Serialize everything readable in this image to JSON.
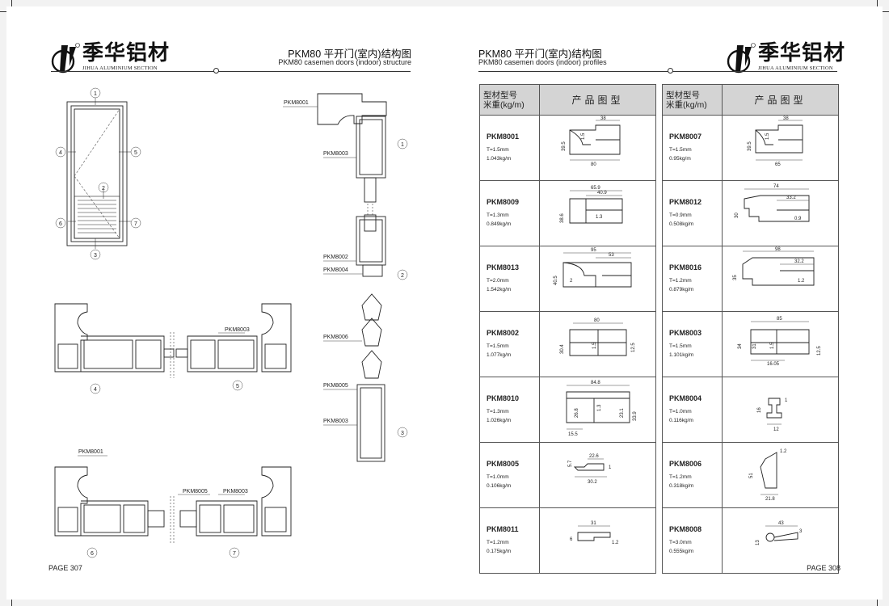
{
  "brand": {
    "name_cn": "季华铝材",
    "name_en": "JIHUA ALUMINIUM SECTION"
  },
  "left": {
    "title_cn": "PKM80 平开门(室内)结构图",
    "title_en": "PKM80  casemen doors (indoor) structure",
    "page": "PAGE 307",
    "callouts": [
      "1",
      "2",
      "3",
      "4",
      "5",
      "6",
      "7"
    ],
    "labels": {
      "a": "PKM8001",
      "b": "PKM8003",
      "c": "PKM8002",
      "d": "PKM8004",
      "e": "PKM8006",
      "f": "PKM8005",
      "g": "PKM8003",
      "h": "PKM8003",
      "i": "PKM8001",
      "j": "PKM8005",
      "k": "PKM8003"
    }
  },
  "right": {
    "title_cn": "PKM80 平开门(室内)结构图",
    "title_en": "PKM80  casemen doors (indoor) profiles",
    "page": "PAGE 308",
    "header": {
      "type_line1": "型材型号",
      "type_line2": "米重(kg/m)",
      "figure": "产品图型"
    },
    "profiles": [
      {
        "code": "PKM8001",
        "t": "T=1.5mm",
        "w": "1.043kg/m",
        "dims": [
          "38",
          "39.5",
          "1.5",
          "80"
        ]
      },
      {
        "code": "PKM8007",
        "t": "T=1.5mm",
        "w": "0.95kg/m",
        "dims": [
          "38",
          "39.5",
          "1.5",
          "65"
        ]
      },
      {
        "code": "PKM8009",
        "t": "T=1.3mm",
        "w": "0.849kg/m",
        "dims": [
          "65.9",
          "40.9",
          "38.6",
          "1.3"
        ]
      },
      {
        "code": "PKM8012",
        "t": "T=0.9mm",
        "w": "0.508kg/m",
        "dims": [
          "74",
          "33.2",
          "30",
          "0.9"
        ]
      },
      {
        "code": "PKM8013",
        "t": "T=2.0mm",
        "w": "1.542kg/m",
        "dims": [
          "95",
          "53",
          "40.5",
          "2"
        ]
      },
      {
        "code": "PKM8016",
        "t": "T=1.2mm",
        "w": "0.879kg/m",
        "dims": [
          "98",
          "32.2",
          "35",
          "1.2"
        ]
      },
      {
        "code": "PKM8002",
        "t": "T=1.5mm",
        "w": "1.077kg/m",
        "dims": [
          "80",
          "30.4",
          "1.5",
          "12.5"
        ]
      },
      {
        "code": "PKM8003",
        "t": "T=1.5mm",
        "w": "1.101kg/m",
        "dims": [
          "85",
          "34",
          "31",
          "1.5",
          "16.05",
          "12.5"
        ]
      },
      {
        "code": "PKM8010",
        "t": "T=1.3mm",
        "w": "1.026kg/m",
        "dims": [
          "84.8",
          "26.8",
          "1.3",
          "23.1",
          "33.9",
          "15.5"
        ]
      },
      {
        "code": "PKM8004",
        "t": "T=1.0mm",
        "w": "0.116kg/m",
        "dims": [
          "16",
          "1",
          "12"
        ]
      },
      {
        "code": "PKM8005",
        "t": "T=1.0mm",
        "w": "0.106kg/m",
        "dims": [
          "5.7",
          "22.6",
          "1",
          "30.2"
        ]
      },
      {
        "code": "PKM8006",
        "t": "T=1.2mm",
        "w": "0.318kg/m",
        "dims": [
          "1.2",
          "51",
          "21.8"
        ]
      },
      {
        "code": "PKM8011",
        "t": "T=1.2mm",
        "w": "0.175kg/m",
        "dims": [
          "31",
          "6",
          "1.2"
        ]
      },
      {
        "code": "PKM8008",
        "t": "T=3.0mm",
        "w": "0.555kg/m",
        "dims": [
          "43",
          "13",
          "3"
        ]
      }
    ]
  }
}
